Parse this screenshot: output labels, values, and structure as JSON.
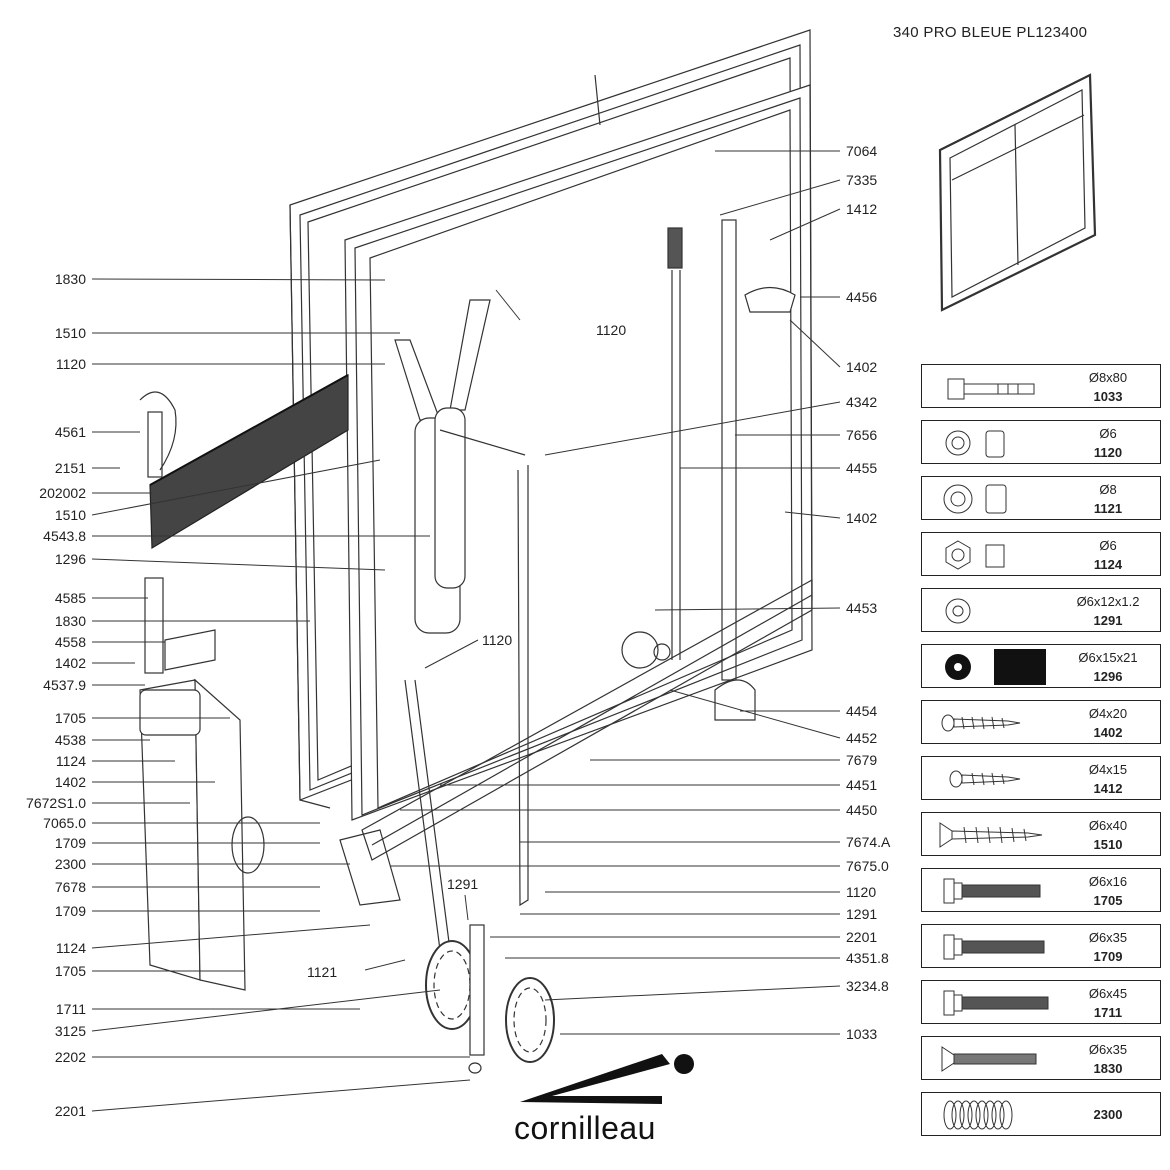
{
  "title": "340  PRO BLEUE  PL123400",
  "brand": "cornilleau",
  "callouts_left": [
    "1830",
    "1510",
    "1120",
    "4561",
    "2151",
    "202002",
    "1510",
    "4543.8",
    "1296",
    "4585",
    "1830",
    "4558",
    "1402",
    "4537.9",
    "1705",
    "4538",
    "1124",
    "1402",
    "7672S1.0",
    "7065.0",
    "1709",
    "2300",
    "7678",
    "1709",
    "1124",
    "1705",
    "1711",
    "3125",
    "2202",
    "2201"
  ],
  "callouts_right": [
    "7064",
    "7335",
    "1412",
    "4456",
    "1402",
    "4342",
    "7656",
    "4455",
    "1402",
    "4453",
    "4454",
    "4452",
    "7679",
    "4451",
    "4450",
    "7674.A",
    "7675.0",
    "1120",
    "1291",
    "2201",
    "4351.8",
    "3234.8",
    "1033"
  ],
  "callouts_inner": [
    "1120",
    "1120",
    "1291",
    "1121"
  ],
  "legend": [
    {
      "spec": "Ø8x80",
      "code": "1033",
      "icon": "bolt-long-icon"
    },
    {
      "spec": "Ø6",
      "code": "1120",
      "icon": "washer-nut-icon"
    },
    {
      "spec": "Ø8",
      "code": "1121",
      "icon": "washer-nut-large-icon"
    },
    {
      "spec": "Ø6",
      "code": "1124",
      "icon": "hex-nut-icon"
    },
    {
      "spec": "Ø6x12x1.2",
      "code": "1291",
      "icon": "flat-washer-icon"
    },
    {
      "spec": "Ø6x15x21",
      "code": "1296",
      "icon": "rubber-washer-icon"
    },
    {
      "spec": "Ø4x20",
      "code": "1402",
      "icon": "wood-screw-icon"
    },
    {
      "spec": "Ø4x15",
      "code": "1412",
      "icon": "wood-screw-short-icon"
    },
    {
      "spec": "Ø6x40",
      "code": "1510",
      "icon": "countersunk-screw-icon"
    },
    {
      "spec": "Ø6x16",
      "code": "1705",
      "icon": "hex-bolt-short-icon"
    },
    {
      "spec": "Ø6x35",
      "code": "1709",
      "icon": "hex-bolt-icon"
    },
    {
      "spec": "Ø6x45",
      "code": "1711",
      "icon": "hex-bolt-long-icon"
    },
    {
      "spec": "Ø6x35",
      "code": "1830",
      "icon": "flat-head-screw-icon"
    },
    {
      "spec": "",
      "code": "2300",
      "icon": "spring-icon"
    }
  ]
}
